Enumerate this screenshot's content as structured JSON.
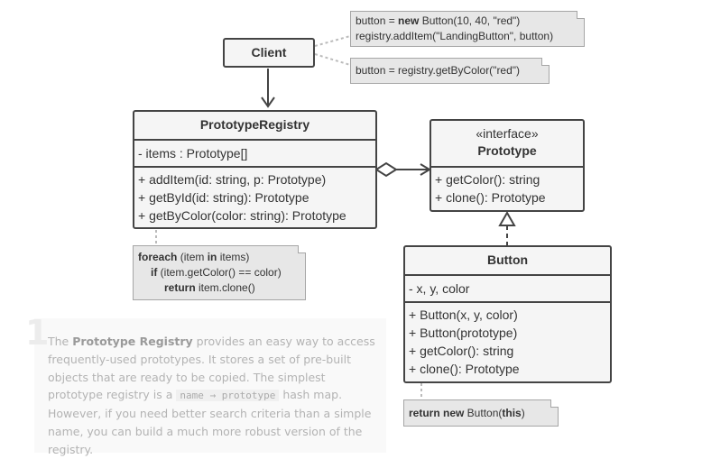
{
  "client": {
    "title": "Client"
  },
  "registry": {
    "title": "PrototypeRegistry",
    "fields": [
      "- items : Prototype[]"
    ],
    "methods": [
      "+ addItem(id: string, p: Prototype)",
      "+ getById(id: string): Prototype",
      "+ getByColor(color: string): Prototype"
    ]
  },
  "prototype": {
    "stereotype": "«interface»",
    "title": "Prototype",
    "methods": [
      "+ getColor(): string",
      "+ clone(): Prototype"
    ]
  },
  "button": {
    "title": "Button",
    "fields": [
      "- x, y, color"
    ],
    "methods": [
      "+ Button(x, y, color)",
      "+ Button(prototype)",
      "+ getColor(): string",
      "+ clone(): Prototype"
    ]
  },
  "notes": {
    "client_note_1": {
      "line1": {
        "a": "button = ",
        "kw": "new",
        "b": " Button(10, 40, \"red\")"
      },
      "line2": "registry.addItem(\"LandingButton\", button)"
    },
    "client_note_2": "button = registry.getByColor(\"red\")",
    "registry_note": {
      "l1": {
        "kw1": "foreach",
        "a": " (item ",
        "kw2": "in",
        "b": " items)"
      },
      "l2": {
        "kw": "if",
        "a": " (item.getColor() == color)"
      },
      "l3": {
        "kw": "return",
        "a": " item.clone()"
      }
    },
    "button_note": {
      "kw1": "return new",
      "a": " Button(",
      "kw2": "this",
      "b": ")"
    }
  },
  "description": {
    "number": "1",
    "t1": "The ",
    "bold": "Prototype Registry",
    "t2": " provides an easy way to access frequently-used prototypes. It stores a set of pre-built objects that are ready to be copied. The simplest prototype registry is a ",
    "code": "name → prototype",
    "t3": " hash map. However, if you need better search criteria than a simple name, you can build a much more robust version of the registry."
  }
}
